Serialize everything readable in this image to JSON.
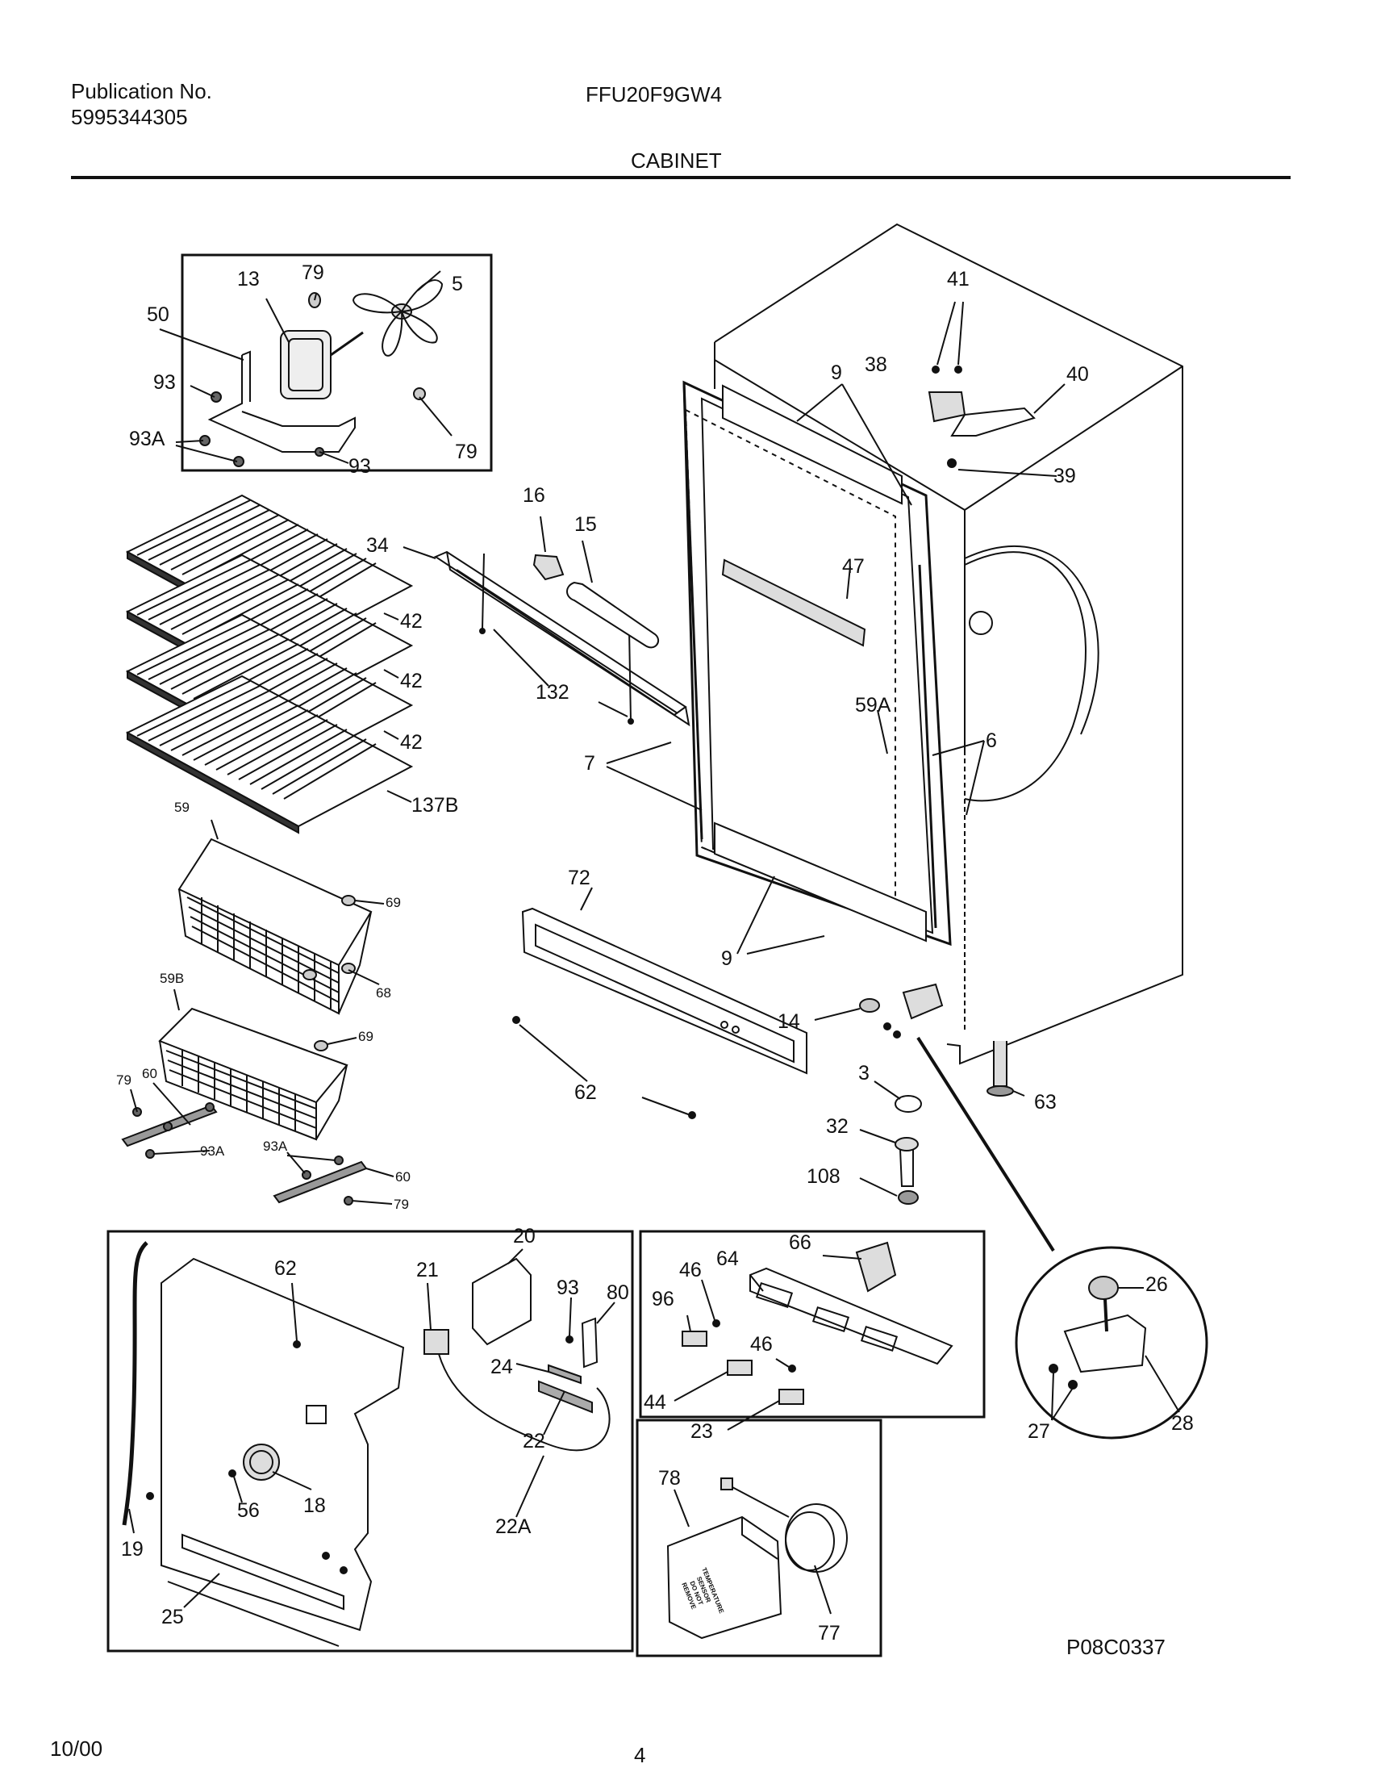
{
  "header": {
    "publication_label": "Publication No.",
    "publication_number": "5995344305",
    "model": "FFU20F9GW4",
    "section": "CABINET"
  },
  "footer": {
    "date": "10/00",
    "page_number": "4"
  },
  "diagram": {
    "drawing_id": "P08C0337",
    "sensor_label": [
      "TEMPERATURE",
      "SENSOR",
      "DO NOT",
      "REMOVE"
    ],
    "callouts": {
      "fan_motor": "13",
      "fan_nut_top": "79",
      "fan_blade": "5",
      "bracket": "50",
      "bracket_screw_left": "93",
      "bracket_screw_lower": "93A",
      "bracket_screw_right": "93",
      "fan_nut_right": "79",
      "hinge_screws": "41",
      "hinge_pin_block": "38",
      "top_hinge": "40",
      "hinge_washer": "39",
      "gasket_top": "9",
      "thermostat_clip": "16",
      "thermostat_tube": "15",
      "evap_cover": "34",
      "cover_screws": "132",
      "shelf_1": "42",
      "shelf_2": "42",
      "shelf_3": "42",
      "shelf_bottom": "137B",
      "basket_upper": "59",
      "basket_upper_stop": "69",
      "basket_upper_roller": "68",
      "basket_lower": "59B",
      "basket_lower_stop": "69",
      "slide_nut_left": "79",
      "slide_left": "60",
      "slide_screw_left": "93A",
      "slide_screw_right": "93A",
      "slide_right": "60",
      "slide_nut_right": "79",
      "liner_rail": "47",
      "liner_clip": "59A",
      "liner_gasket_side": "7",
      "liner_gasket_right": "6",
      "gasket_bottom": "9",
      "kick_plate": "72",
      "kick_plate_screws": "62",
      "door_switch": "14",
      "leveler_cap": "3",
      "leveler_washer": "32",
      "leveler": "108",
      "leg": "63",
      "hinge_bushing": "26",
      "hinge_screws_bottom": "27",
      "bottom_hinge": "28",
      "liner_strip": "19",
      "back_panel_screw": "62",
      "fan_shroud": "20",
      "defrost_timer": "21",
      "wire_screw": "93",
      "bracket_80": "80",
      "heater_clip": "24",
      "heater": "22",
      "harness": "22A",
      "drain_grommet": "18",
      "drain_screw": "56",
      "bottom_trim": "25",
      "switch_panel": "64",
      "switch_harness": "66",
      "panel_screw_1": "46",
      "indicator_light": "96",
      "panel_screw_2": "46",
      "switch_44": "44",
      "switch_23": "23",
      "sensor_housing": "78",
      "sensor": "77"
    }
  }
}
